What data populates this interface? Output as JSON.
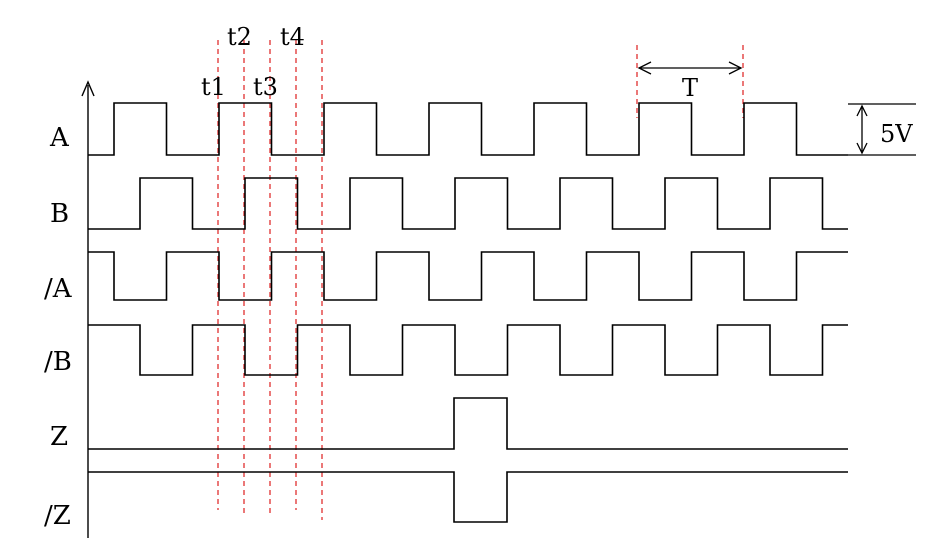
{
  "signals": [
    {
      "id": "A",
      "label": "A"
    },
    {
      "id": "B",
      "label": "B"
    },
    {
      "id": "nA",
      "label": "/A"
    },
    {
      "id": "nB",
      "label": "/B"
    },
    {
      "id": "Z",
      "label": "Z"
    },
    {
      "id": "nZ",
      "label": "/Z"
    }
  ],
  "time_markers": [
    "t1",
    "t2",
    "t3",
    "t4"
  ],
  "period_label": "T",
  "amplitude_label": "5V",
  "colors": {
    "waveform": "#000000",
    "guide": "#e03030",
    "background": "#ffffff"
  }
}
